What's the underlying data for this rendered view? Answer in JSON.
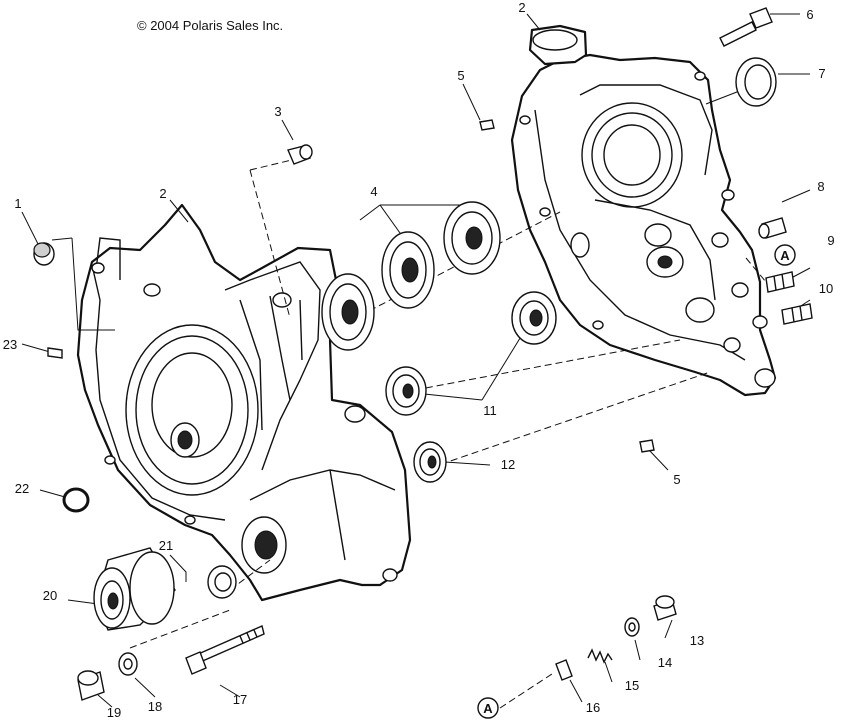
{
  "copyright": "© 2004 Polaris Sales Inc.",
  "callouts": [
    {
      "id": "c1",
      "text": "1"
    },
    {
      "id": "c2a",
      "text": "2"
    },
    {
      "id": "c2b",
      "text": "2"
    },
    {
      "id": "c3",
      "text": "3"
    },
    {
      "id": "c4",
      "text": "4"
    },
    {
      "id": "c5a",
      "text": "5"
    },
    {
      "id": "c5b",
      "text": "5"
    },
    {
      "id": "c6",
      "text": "6"
    },
    {
      "id": "c7",
      "text": "7"
    },
    {
      "id": "c8",
      "text": "8"
    },
    {
      "id": "c9",
      "text": "9"
    },
    {
      "id": "c10",
      "text": "10"
    },
    {
      "id": "c11",
      "text": "11"
    },
    {
      "id": "c12",
      "text": "12"
    },
    {
      "id": "c13",
      "text": "13"
    },
    {
      "id": "c14",
      "text": "14"
    },
    {
      "id": "c15",
      "text": "15"
    },
    {
      "id": "c16",
      "text": "16"
    },
    {
      "id": "c17",
      "text": "17"
    },
    {
      "id": "c18",
      "text": "18"
    },
    {
      "id": "c19",
      "text": "19"
    },
    {
      "id": "c20",
      "text": "20"
    },
    {
      "id": "c21",
      "text": "21"
    },
    {
      "id": "c22",
      "text": "22"
    },
    {
      "id": "c23",
      "text": "23"
    }
  ],
  "reference_marks": [
    {
      "id": "refA1",
      "text": "A"
    },
    {
      "id": "refA2",
      "text": "A"
    }
  ]
}
